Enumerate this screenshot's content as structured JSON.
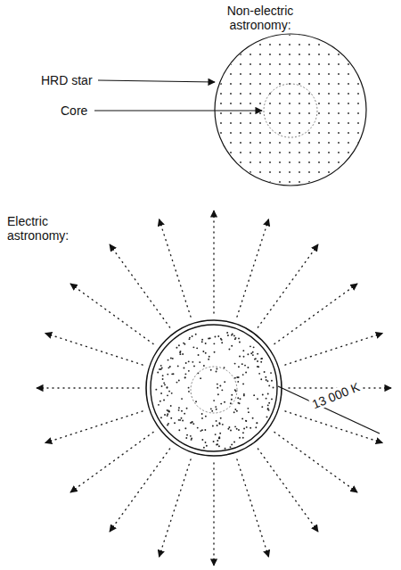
{
  "diagram": {
    "labels": [
      "Non-electric astronomy:",
      "HRD star",
      "Core",
      "Electric astronomy:",
      "13 000 K"
    ]
  }
}
